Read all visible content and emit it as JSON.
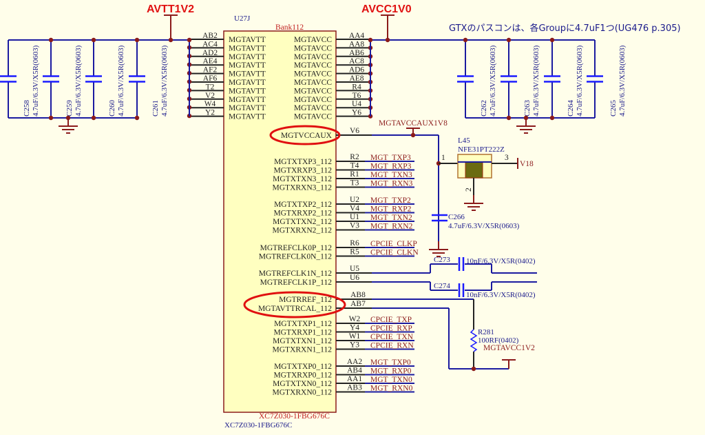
{
  "power_labels": {
    "avtt": "AVTT1V2",
    "avcc": "AVCC1V0",
    "mgtavccaux": "MGTAVCCAUX1V8",
    "mgtavcc1v2": "MGTAVCC1V2",
    "v18": "V18"
  },
  "note": "GTXのパスコンは、各Groupに4.7uF1つ(UG476 p.305)",
  "ic": {
    "refdes": "U27J",
    "bank": "Bank112",
    "part_top": "XC7Z030-1FBG676C",
    "part_bottom": "XC7Z030-1FBG676C",
    "left_power_pins": [
      {
        "num": "AB2",
        "name": "MGTAVTT"
      },
      {
        "num": "AC4",
        "name": "MGTAVTT"
      },
      {
        "num": "AD2",
        "name": "MGTAVTT"
      },
      {
        "num": "AE4",
        "name": "MGTAVTT"
      },
      {
        "num": "AF2",
        "name": "MGTAVTT"
      },
      {
        "num": "AF6",
        "name": "MGTAVTT"
      },
      {
        "num": "T2",
        "name": "MGTAVTT"
      },
      {
        "num": "V2",
        "name": "MGTAVTT"
      },
      {
        "num": "W4",
        "name": "MGTAVTT"
      },
      {
        "num": "Y2",
        "name": "MGTAVTT"
      }
    ],
    "right_power_pins": [
      {
        "num": "AA4",
        "name": "MGTAVCC"
      },
      {
        "num": "AA8",
        "name": "MGTAVCC"
      },
      {
        "num": "AB6",
        "name": "MGTAVCC"
      },
      {
        "num": "AC8",
        "name": "MGTAVCC"
      },
      {
        "num": "AD6",
        "name": "MGTAVCC"
      },
      {
        "num": "AE8",
        "name": "MGTAVCC"
      },
      {
        "num": "R4",
        "name": "MGTAVCC"
      },
      {
        "num": "T6",
        "name": "MGTAVCC"
      },
      {
        "num": "U4",
        "name": "MGTAVCC"
      },
      {
        "num": "Y6",
        "name": "MGTAVCC"
      }
    ],
    "aux_pin": {
      "num": "V6",
      "name": "MGTVCCAUX"
    },
    "signal_groups": [
      [
        {
          "num": "R2",
          "name": "MGTXTXP3_112",
          "net": "MGT_TXP3"
        },
        {
          "num": "T4",
          "name": "MGTXRXP3_112",
          "net": "MGT_RXP3"
        },
        {
          "num": "R1",
          "name": "MGTXTXN3_112",
          "net": "MGT_TXN3"
        },
        {
          "num": "T3",
          "name": "MGTXRXN3_112",
          "net": "MGT_RXN3"
        }
      ],
      [
        {
          "num": "U2",
          "name": "MGTXTXP2_112",
          "net": "MGT_TXP2"
        },
        {
          "num": "V4",
          "name": "MGTXRXP2_112",
          "net": "MGT_RXP2"
        },
        {
          "num": "U1",
          "name": "MGTXTXN2_112",
          "net": "MGT_TXN2"
        },
        {
          "num": "V3",
          "name": "MGTXRXN2_112",
          "net": "MGT_RXN2"
        }
      ],
      [
        {
          "num": "R6",
          "name": "MGTREFCLK0P_112",
          "net": "CPCIE_CLKP"
        },
        {
          "num": "R5",
          "name": "MGTREFCLK0N_112",
          "net": "CPCIE_CLKN"
        }
      ]
    ],
    "refclk1": [
      {
        "num": "U5",
        "name": "MGTREFCLK1N_112"
      },
      {
        "num": "U6",
        "name": "MGTREFCLK1P_112"
      }
    ],
    "rcal": [
      {
        "num": "AB8",
        "name": "MGTRREF_112"
      },
      {
        "num": "AB7",
        "name": "MGTAVTTRCAL_112"
      }
    ],
    "signal_groups2": [
      [
        {
          "num": "W2",
          "name": "MGTXTXP1_112",
          "net": "CPCIE_TXP"
        },
        {
          "num": "Y4",
          "name": "MGTXRXP1_112",
          "net": "CPCIE_RXP"
        },
        {
          "num": "W1",
          "name": "MGTXTXN1_112",
          "net": "CPCIE_TXN"
        },
        {
          "num": "Y3",
          "name": "MGTXRXN1_112",
          "net": "CPCIE_RXN"
        }
      ],
      [
        {
          "num": "AA2",
          "name": "MGTXTXP0_112",
          "net": "MGT_TXP0"
        },
        {
          "num": "AB4",
          "name": "MGTXRXP0_112",
          "net": "MGT_RXP0"
        },
        {
          "num": "AA1",
          "name": "MGTXTXN0_112",
          "net": "MGT_TXN0"
        },
        {
          "num": "AB3",
          "name": "MGTXRXN0_112",
          "net": "MGT_RXN0"
        }
      ]
    ]
  },
  "caps_left": [
    {
      "ref": "C258",
      "value": "4.7uF/6.3V/X5R(0603)"
    },
    {
      "ref": "C259",
      "value": "4.7uF/6.3V/X5R(0603)"
    },
    {
      "ref": "C260",
      "value": "4.7uF/6.3V/X5R(0603)"
    },
    {
      "ref": "C261",
      "value": "4.7uF/6.3V/X5R(0603)"
    }
  ],
  "caps_right": [
    {
      "ref": "C262",
      "value": "4.7uF/6.3V/X5R(0603)"
    },
    {
      "ref": "C263",
      "value": "4.7uF/6.3V/X5R(0603)"
    },
    {
      "ref": "C264",
      "value": "4.7uF/6.3V/X5R(0603)"
    },
    {
      "ref": "C265",
      "value": "4.7uF/6.3V/X5R(0603)"
    }
  ],
  "c266": {
    "ref": "C266",
    "value": "4.7uF/6.3V/X5R(0603)"
  },
  "c273": {
    "ref": "C273",
    "value": "10nF/6.3V/X5R(0402)"
  },
  "c274": {
    "ref": "C274",
    "value": "10nF/6.3V/X5R(0402)"
  },
  "r281": {
    "ref": "R281",
    "value": "100RF(0402)"
  },
  "l45": {
    "ref": "L45",
    "part": "NFE31PT222Z",
    "pin1": "1",
    "pin2": "2",
    "pin3": "3"
  }
}
